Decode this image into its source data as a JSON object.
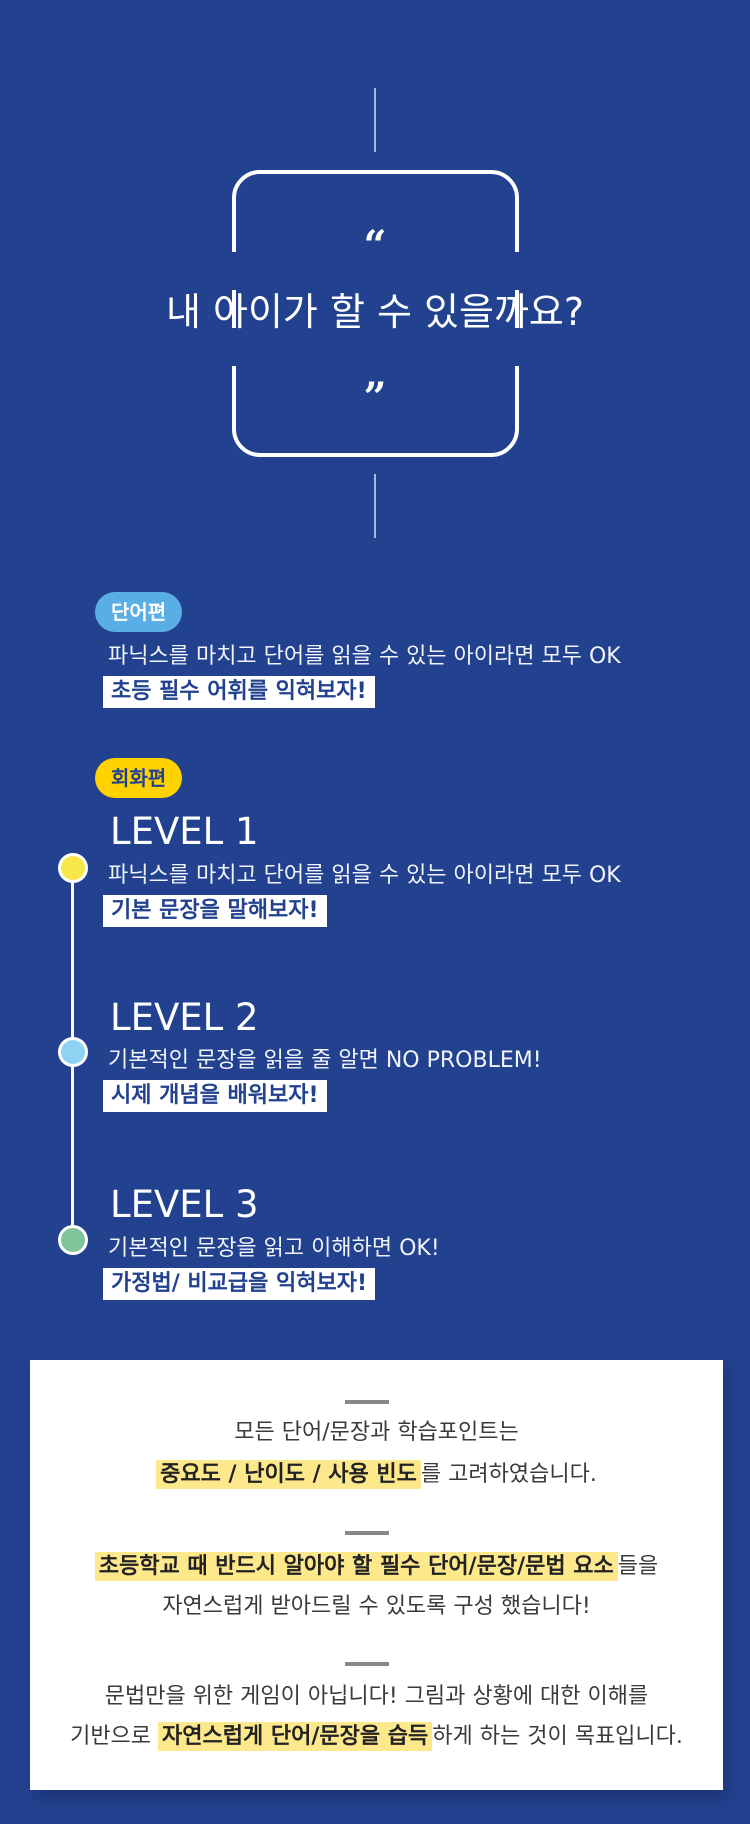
{
  "hero": {
    "open_quote": "“",
    "title": "내 아이가 할 수 있을까요?",
    "close_quote": "”"
  },
  "word_section": {
    "pill": "단어편",
    "desc": "파닉스를 마치고 단어를 읽을 수 있는 아이라면 모두 OK",
    "highlight": "초등 필수 어휘를 익혀보자!"
  },
  "talk_section": {
    "pill": "회화편",
    "levels": [
      {
        "title": "LEVEL 1",
        "desc": "파닉스를 마치고 단어를 읽을 수 있는 아이라면 모두 OK",
        "highlight": "기본 문장을 말해보자!",
        "dot_color": "#f7e84a"
      },
      {
        "title": "LEVEL 2",
        "desc": "기본적인 문장을 읽을 줄 알면 NO PROBLEM!",
        "highlight": "시제 개념을 배워보자!",
        "dot_color": "#8fd3f2"
      },
      {
        "title": "LEVEL 3",
        "desc": "기본적인 문장을 읽고 이해하면 OK!",
        "highlight": "가정법/ 비교급을 익혀보자!",
        "dot_color": "#7fc59a"
      }
    ]
  },
  "card": {
    "block1": {
      "line1": "모든 단어/문장과 학습포인트는",
      "line2_hl": "중요도 / 난이도 / 사용 빈도",
      "line2_rest": "를 고려하였습니다."
    },
    "block2": {
      "line1_hl": "초등학교 때 반드시 알아야 할 필수 단어/문장/문법 요소",
      "line1_rest": "들을",
      "line2": "자연스럽게 받아드릴 수 있도록 구성 했습니다!"
    },
    "block3": {
      "line1": "문법만을 위한 게임이 아닙니다! 그림과 상황에 대한 이해를",
      "line2_pre": "기반으로 ",
      "line2_hl": "자연스럽게 단어/문장을 습득",
      "line2_rest": "하게 하는 것이 목표입니다."
    }
  },
  "colors": {
    "background": "#22418f",
    "accent_yellow": "#ffd200",
    "accent_blue": "#5aaee6",
    "highlight_yellow": "#fde98c"
  }
}
